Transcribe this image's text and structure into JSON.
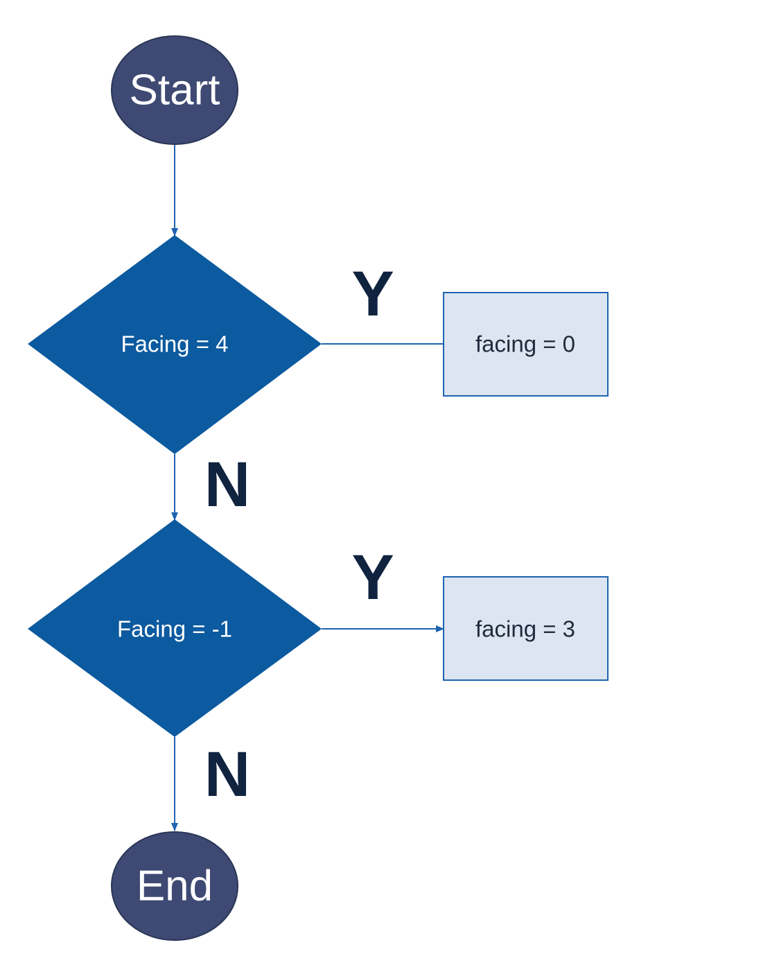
{
  "flowchart": {
    "start": {
      "label": "Start"
    },
    "decision_1": {
      "label": "Facing = 4",
      "yes_label": "Y",
      "no_label": "N"
    },
    "process_1": {
      "label": "facing = 0"
    },
    "decision_2": {
      "label": "Facing = -1",
      "yes_label": "Y",
      "no_label": "N"
    },
    "process_2": {
      "label": "facing = 3"
    },
    "end": {
      "label": "End"
    }
  },
  "colors": {
    "terminal_fill": "#3e4a73",
    "decision_fill": "#0c5a9f",
    "process_fill": "#dce5f1",
    "process_border": "#1f63b0",
    "connector": "#1f63b0",
    "branch_label": "#10233f"
  }
}
